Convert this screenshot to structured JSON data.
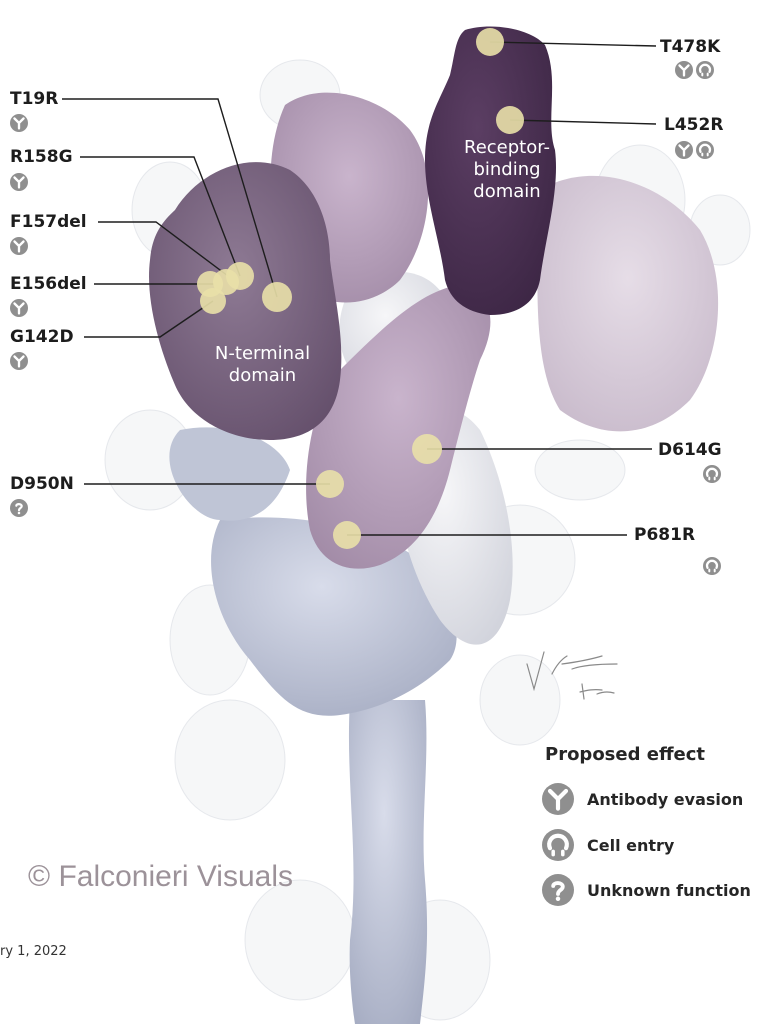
{
  "mutations": [
    {
      "id": "t19r",
      "label": "T19R",
      "effects": [
        "antibody-evasion"
      ]
    },
    {
      "id": "r158g",
      "label": "R158G",
      "effects": [
        "antibody-evasion"
      ]
    },
    {
      "id": "f157del",
      "label": "F157del",
      "effects": [
        "antibody-evasion"
      ]
    },
    {
      "id": "e156del",
      "label": "E156del",
      "effects": [
        "antibody-evasion"
      ]
    },
    {
      "id": "g142d",
      "label": "G142D",
      "effects": [
        "antibody-evasion"
      ]
    },
    {
      "id": "d950n",
      "label": "D950N",
      "effects": [
        "unknown-function"
      ]
    },
    {
      "id": "t478k",
      "label": "T478K",
      "effects": [
        "antibody-evasion",
        "cell-entry"
      ]
    },
    {
      "id": "l452r",
      "label": "L452R",
      "effects": [
        "antibody-evasion",
        "cell-entry"
      ]
    },
    {
      "id": "d614g",
      "label": "D614G",
      "effects": [
        "cell-entry"
      ]
    },
    {
      "id": "p681r",
      "label": "P681R",
      "effects": [
        "cell-entry"
      ]
    }
  ],
  "domains": {
    "rbd": {
      "line1": "Receptor-",
      "line2": "binding",
      "line3": "domain"
    },
    "ntd": {
      "line1": "N-terminal",
      "line2": "domain"
    }
  },
  "legend": {
    "title": "Proposed effect",
    "items": [
      {
        "icon": "antibody-evasion-icon",
        "label": "Antibody evasion"
      },
      {
        "icon": "cell-entry-icon",
        "label": "Cell entry"
      },
      {
        "icon": "unknown-function-icon",
        "label": "Unknown function"
      }
    ]
  },
  "watermark": "© Falconieri Visuals",
  "signature": "V. Falconieri Hays",
  "date_fragment": "ry 1, 2022",
  "colors": {
    "rbd": "#4a2f52",
    "ntd": "#7a6580",
    "s1_light": "#b7a3bb",
    "s1_pale": "#cdbfd0",
    "s2_blue": "#c3c8d8",
    "mutation_dot": "#e9e0a8",
    "icon_gray": "#8f8f8f"
  }
}
